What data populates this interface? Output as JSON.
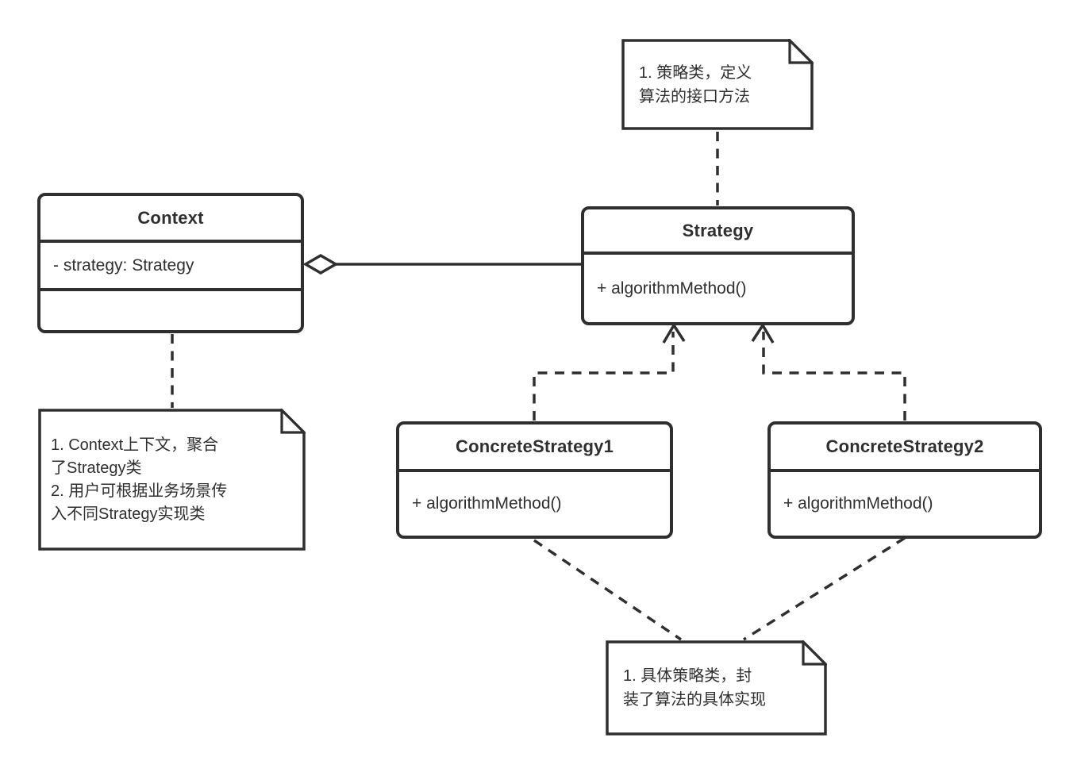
{
  "colors": {
    "stroke": "#2f2f2f",
    "text": "#2f2f2f",
    "background": "#ffffff"
  },
  "diagram": {
    "type": "uml-class-diagram",
    "pattern": "Strategy",
    "classes": [
      {
        "name": "Context",
        "attributes": [
          "- strategy: Strategy"
        ],
        "methods": []
      },
      {
        "name": "Strategy",
        "attributes": [],
        "methods": [
          "+ algorithmMethod()"
        ]
      },
      {
        "name": "ConcreteStrategy1",
        "attributes": [],
        "methods": [
          "+ algorithmMethod()"
        ]
      },
      {
        "name": "ConcreteStrategy2",
        "attributes": [],
        "methods": [
          "+ algorithmMethod()"
        ]
      }
    ],
    "notes": [
      {
        "target": "Strategy",
        "lines": [
          "1. 策略类，定义",
          "算法的接口方法"
        ]
      },
      {
        "target": "Context",
        "lines": [
          "1. Context上下文，聚合",
          "了Strategy类",
          "2. 用户可根据业务场景传",
          "入不同Strategy实现类"
        ]
      },
      {
        "target": "ConcreteStrategy1,ConcreteStrategy2",
        "lines": [
          "1. 具体策略类，封",
          "装了算法的具体实现"
        ]
      }
    ],
    "relationships": [
      {
        "type": "aggregation",
        "from": "Context",
        "to": "Strategy"
      },
      {
        "type": "realization",
        "from": "ConcreteStrategy1",
        "to": "Strategy"
      },
      {
        "type": "realization",
        "from": "ConcreteStrategy2",
        "to": "Strategy"
      }
    ]
  }
}
